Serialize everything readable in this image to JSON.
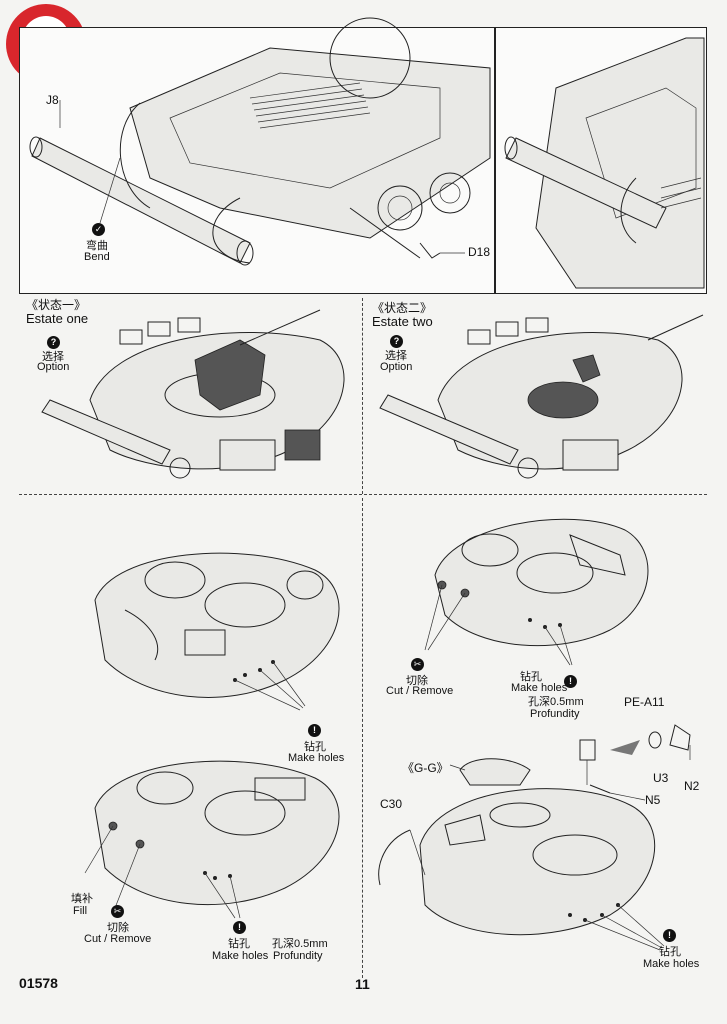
{
  "parts": {
    "j8": "J8",
    "d18": "D18",
    "pe_a11": "PE-A11",
    "u3": "U3",
    "n2": "N2",
    "n5": "N5",
    "c30": "C30",
    "g_g": "《G-G》"
  },
  "bend": {
    "zh": "弯曲",
    "en": "Bend"
  },
  "states": {
    "one": {
      "zh": "《状态一》",
      "en": "Estate one"
    },
    "two": {
      "zh": "《状态二》",
      "en": "Estate two"
    }
  },
  "option": {
    "zh": "选择",
    "en": "Option",
    "icon": "question-icon"
  },
  "make_holes": {
    "zh": "钻孔",
    "en": "Make holes",
    "icon": "drill-icon"
  },
  "cut_remove": {
    "zh": "切除",
    "en": "Cut / Remove",
    "icon": "cut-icon"
  },
  "fill": {
    "zh": "填补",
    "en": "Fill"
  },
  "profundity": {
    "zh": "孔深0.5mm",
    "en": "Profundity"
  },
  "footer": {
    "code": "01578",
    "page": "11"
  },
  "colors": {
    "line": "#222222",
    "paper": "#f4f4f2",
    "logo_red": "#d8262c"
  }
}
